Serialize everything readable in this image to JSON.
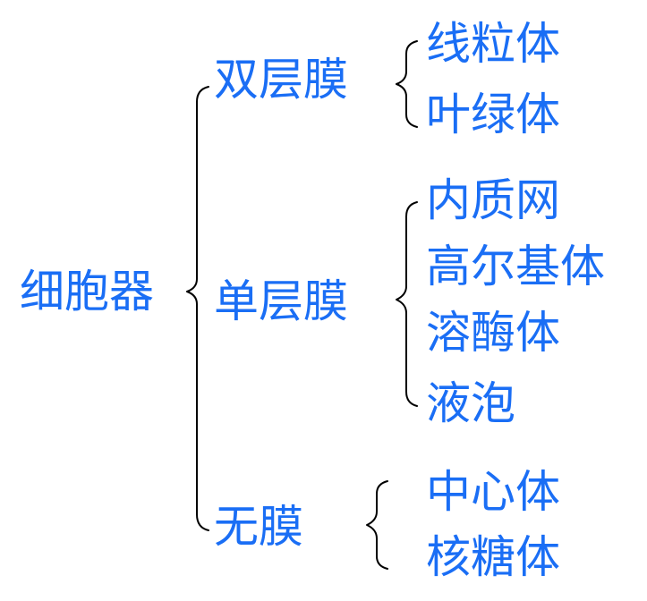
{
  "root": {
    "label": "细胞器"
  },
  "groups": [
    {
      "label": "双层膜",
      "items": [
        "线粒体",
        "叶绿体"
      ]
    },
    {
      "label": "单层膜",
      "items": [
        "内质网",
        "高尔基体",
        "溶酶体",
        "液泡"
      ]
    },
    {
      "label": "无膜",
      "items": [
        "中心体",
        "核糖体"
      ]
    }
  ],
  "colors": {
    "text": "#1a6ef5",
    "brace": "#000000"
  }
}
